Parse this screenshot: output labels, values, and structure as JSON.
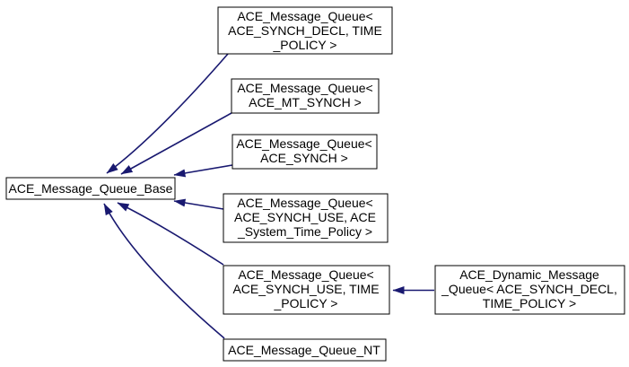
{
  "diagram": {
    "type": "class-inheritance-graph",
    "colors": {
      "edge": "#191970",
      "node_border": "#000000",
      "node_fill": "#ffffff",
      "text": "#000000",
      "background": "#ffffff"
    },
    "nodes": {
      "base": {
        "lines": [
          "ACE_Message_Queue_Base"
        ]
      },
      "mq_synch_decl_time_policy": {
        "lines": [
          "ACE_Message_Queue<",
          "ACE_SYNCH_DECL, TIME",
          "_POLICY >"
        ]
      },
      "mq_mt_synch": {
        "lines": [
          "ACE_Message_Queue<",
          "ACE_MT_SYNCH >"
        ]
      },
      "mq_synch": {
        "lines": [
          "ACE_Message_Queue<",
          "ACE_SYNCH >"
        ]
      },
      "mq_synch_use_system_time": {
        "lines": [
          "ACE_Message_Queue<",
          "ACE_SYNCH_USE, ACE",
          "_System_Time_Policy >"
        ]
      },
      "mq_synch_use_time_policy": {
        "lines": [
          "ACE_Message_Queue<",
          "ACE_SYNCH_USE, TIME",
          "_POLICY >"
        ]
      },
      "mq_nt": {
        "lines": [
          "ACE_Message_Queue_NT"
        ]
      },
      "dynamic_mq": {
        "lines": [
          "ACE_Dynamic_Message",
          "_Queue< ACE_SYNCH_DECL,",
          "TIME_POLICY >"
        ]
      }
    },
    "edges": [
      {
        "from": "mq_synch_decl_time_policy",
        "to": "base",
        "relation": "inherits"
      },
      {
        "from": "mq_mt_synch",
        "to": "base",
        "relation": "inherits"
      },
      {
        "from": "mq_synch",
        "to": "base",
        "relation": "inherits"
      },
      {
        "from": "mq_synch_use_system_time",
        "to": "base",
        "relation": "inherits"
      },
      {
        "from": "mq_synch_use_time_policy",
        "to": "base",
        "relation": "inherits"
      },
      {
        "from": "mq_nt",
        "to": "base",
        "relation": "inherits"
      },
      {
        "from": "dynamic_mq",
        "to": "mq_synch_use_time_policy",
        "relation": "inherits"
      }
    ]
  }
}
